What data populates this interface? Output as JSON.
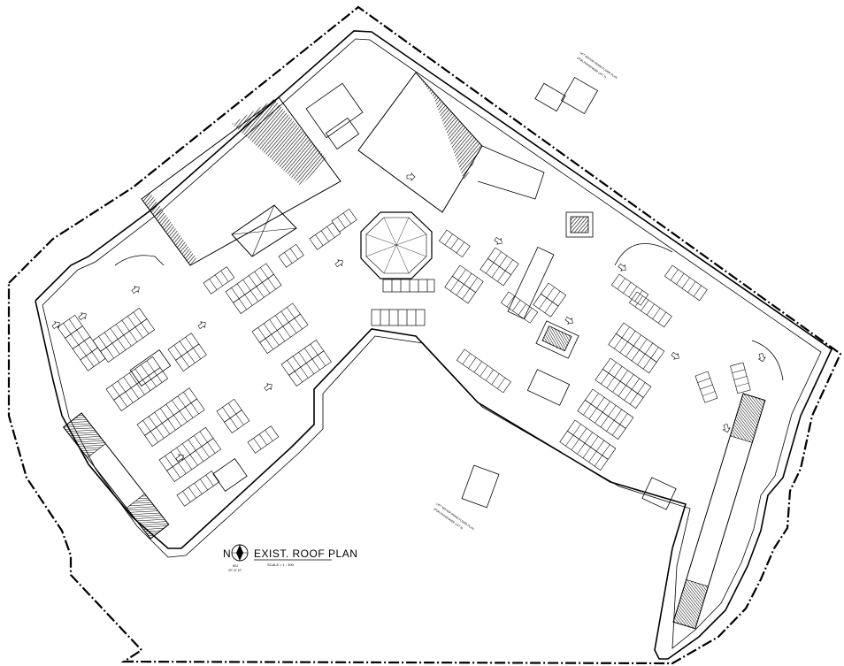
{
  "drawing": {
    "title": "EXIST. ROOF PLAN",
    "scale": "SCALE = 1 : 300",
    "north_letter": "N",
    "north_tag": "NSJ",
    "north_angle": "20° 12' 10\"",
    "note_top": "LIFT MOTOR ROOM FLOOR PLAN",
    "note_top_sub": "(FOR PASSENGER LIFT 7)",
    "note_bottom": "LIFT MOTOR ROOM FLOOR PLAN",
    "note_bottom_sub": "(FOR PASSENGER LIFT 8)"
  },
  "colors": {
    "ink": "#000000",
    "paper": "#ffffff"
  }
}
